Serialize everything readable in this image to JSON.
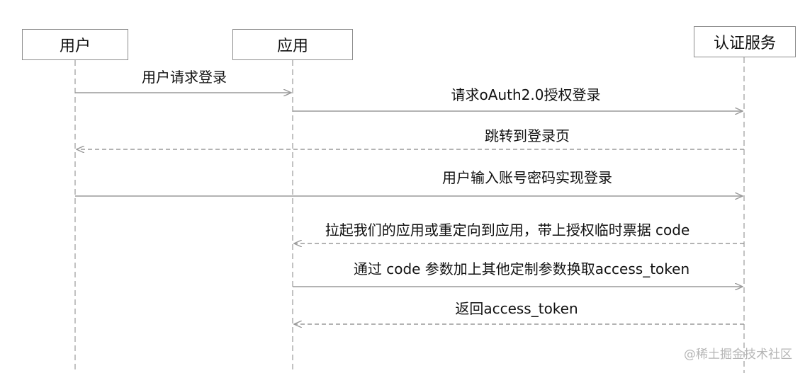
{
  "actors": [
    {
      "id": "user",
      "label": "用户"
    },
    {
      "id": "app",
      "label": "应用"
    },
    {
      "id": "auth",
      "label": "认证服务"
    }
  ],
  "messages": [
    {
      "from": "user",
      "to": "app",
      "style": "solid",
      "label": "用户请求登录"
    },
    {
      "from": "app",
      "to": "auth",
      "style": "solid",
      "label": "请求oAuth2.0授权登录"
    },
    {
      "from": "auth",
      "to": "user",
      "style": "dashed",
      "label": "跳转到登录页"
    },
    {
      "from": "user",
      "to": "auth",
      "style": "solid",
      "label": "用户输入账号密码实现登录"
    },
    {
      "from": "auth",
      "to": "app",
      "style": "dashed",
      "label": "拉起我们的应用或重定向到应用，带上授权临时票据 code"
    },
    {
      "from": "app",
      "to": "auth",
      "style": "solid",
      "label": "通过 code 参数加上其他定制参数换取access_token"
    },
    {
      "from": "auth",
      "to": "app",
      "style": "dashed",
      "label": "返回access_token"
    }
  ],
  "watermark": "@稀土掘金技术社区",
  "colors": {
    "line": "#9a9a9a",
    "lifeline": "#a8a8a8",
    "box_border": "#8c8c8c",
    "text": "#111111",
    "watermark": "#b5b5b5"
  }
}
